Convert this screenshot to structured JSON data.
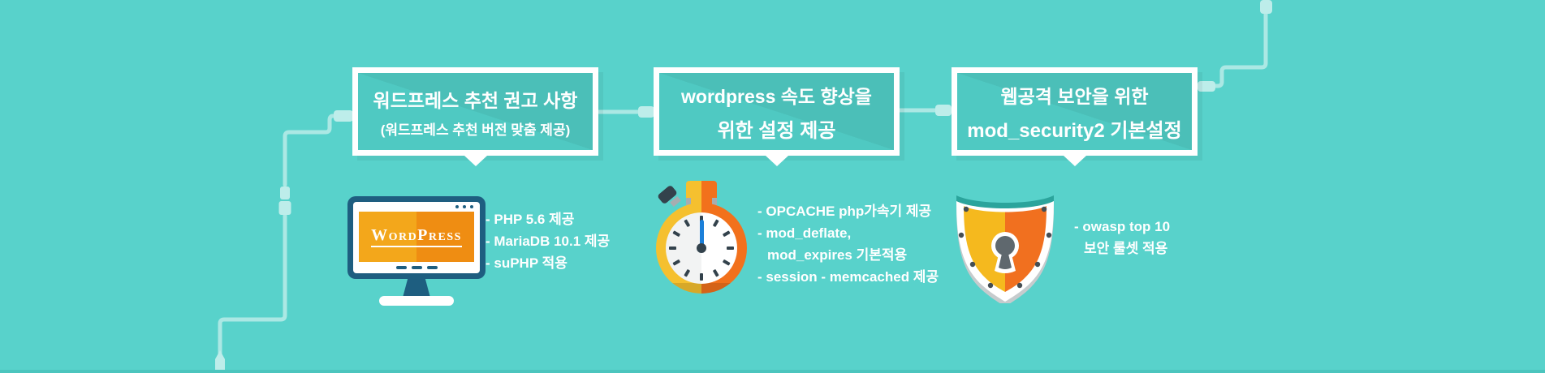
{
  "colors": {
    "background": "#58d2cb",
    "box_fill": "#4fc9c2",
    "cable": "#abe8e4",
    "monitor_frame": "#1e5e80",
    "screen_orange_left": "#f3a71b",
    "screen_orange_right": "#ef8d12",
    "watch_yellow": "#f5c02f",
    "watch_orange": "#f2711c",
    "hand_blue": "#1b7fd9",
    "shield_yellow": "#f5b91e",
    "shield_orange": "#f1701f",
    "shield_band_teal": "#2ba49c",
    "keyhole_gray": "#5f686e"
  },
  "callouts": [
    {
      "title": "워드프레스 추천 권고 사항",
      "subtitle": "(워드프레스 추천 버전 맞춤 제공)"
    },
    {
      "title": "wordpress 속도 향상을",
      "subtitle": "위한 설정 제공"
    },
    {
      "title": "웹공격 보안을 위한",
      "subtitle": "mod_security2 기본설정"
    }
  ],
  "features": [
    {
      "icon": "wordpress-monitor-icon",
      "screen_label": "WordPress",
      "bullets": [
        "- PHP 5.6 제공",
        "- MariaDB 10.1 제공",
        "- suPHP 적용"
      ]
    },
    {
      "icon": "stopwatch-icon",
      "bullets": [
        "- OPCACHE php가속기 제공",
        "- mod_deflate,",
        "mod_expires 기본적용",
        "- session - memcached 제공"
      ]
    },
    {
      "icon": "security-shield-icon",
      "bullets": [
        "- owasp top 10",
        "보안 룰셋 적용"
      ]
    }
  ]
}
